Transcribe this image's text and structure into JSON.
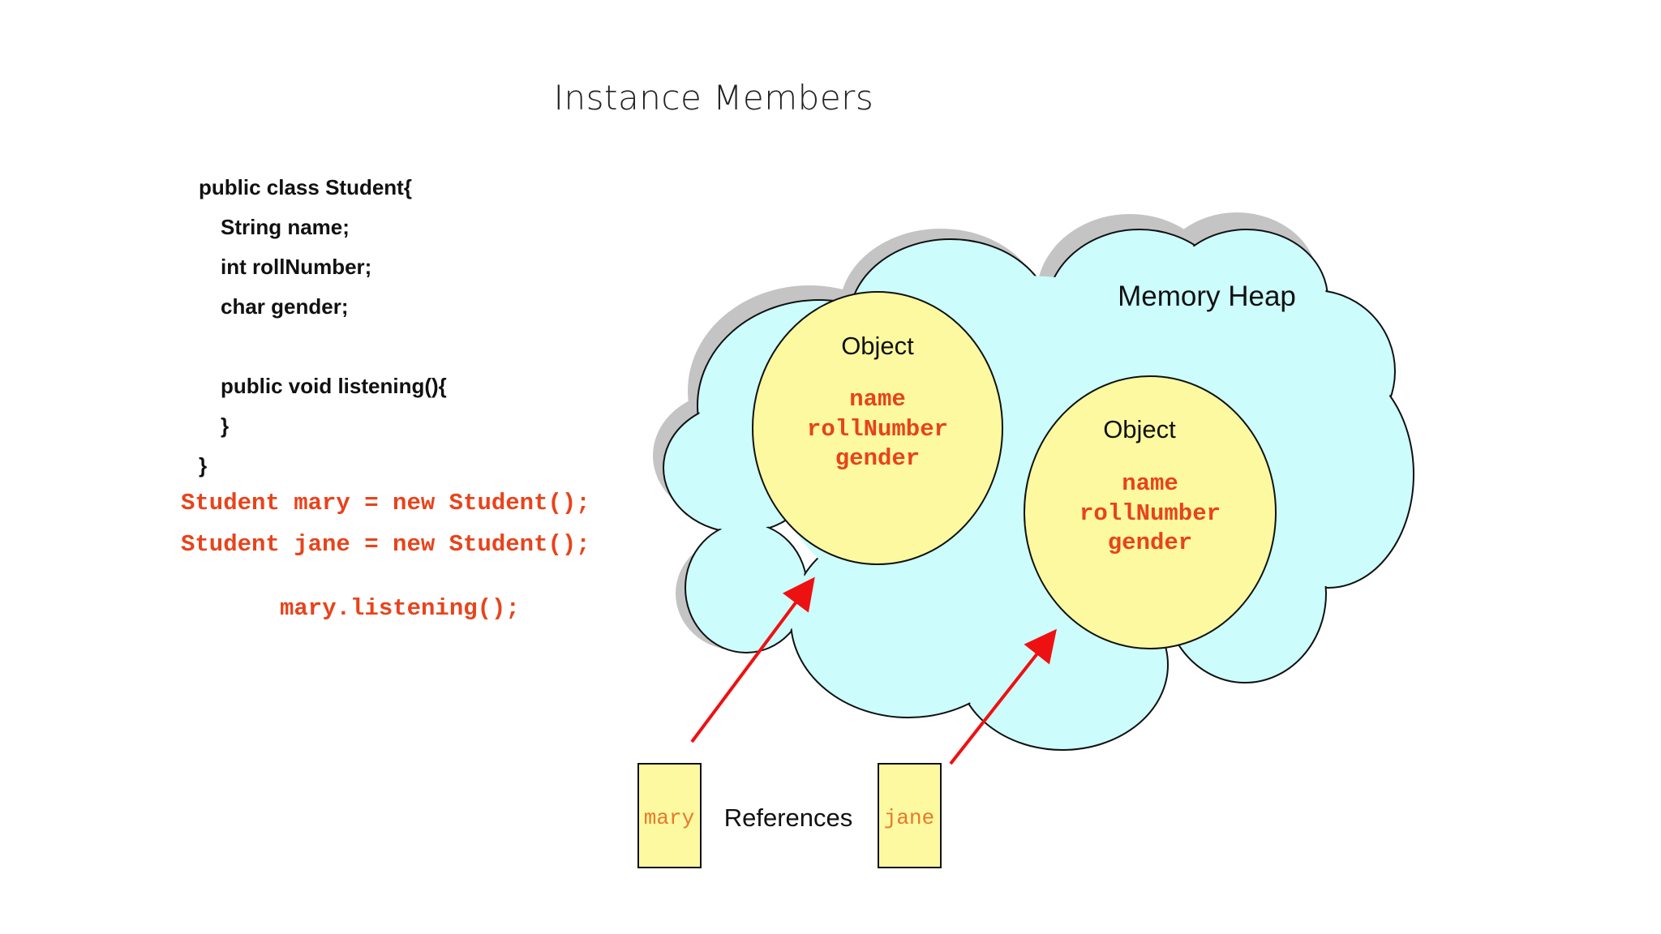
{
  "slide": {
    "title": "Instance Members",
    "code_black": [
      "public class Student{",
      "String name;",
      "int rollNumber;",
      "char gender;",
      "public void listening(){",
      "}",
      "}"
    ],
    "code_red": [
      "Student mary = new Student();",
      "Student jane = new Student();",
      "mary.listening();"
    ]
  },
  "diagram": {
    "heap_label": "Memory Heap",
    "objects": [
      {
        "title": "Object",
        "fields": [
          "name",
          "rollNumber",
          "gender"
        ]
      },
      {
        "title": "Object",
        "fields": [
          "name",
          "rollNumber",
          "gender"
        ]
      }
    ],
    "references": [
      "mary",
      "jane"
    ],
    "references_label": "References"
  },
  "colors": {
    "cloud_fill": "#ccfcfc",
    "object_fill": "#fdf9a0",
    "field_color": "#e8431b",
    "arrow_color": "#ee1111",
    "reference_text": "#e8782a"
  }
}
